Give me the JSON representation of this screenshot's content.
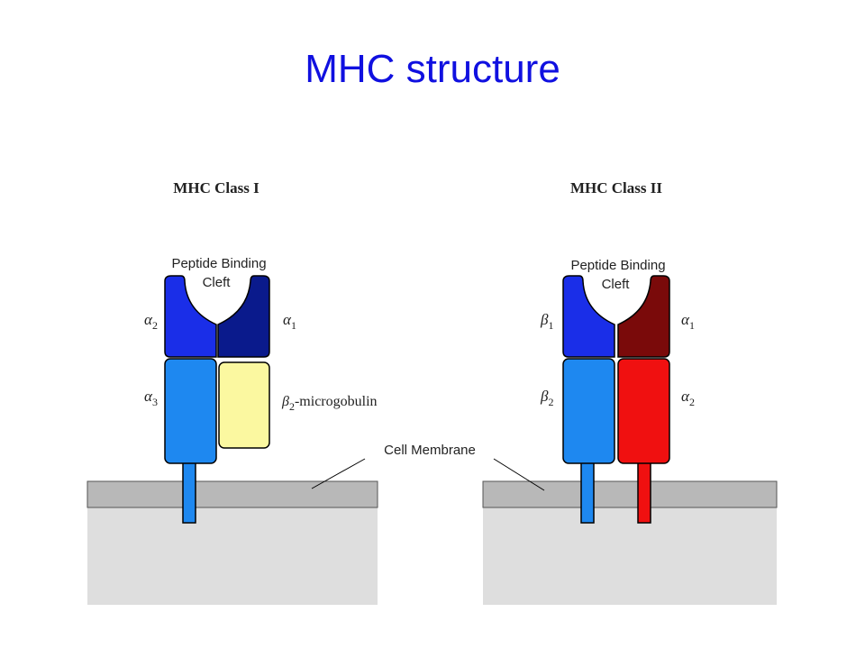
{
  "title": "MHC structure",
  "class1": {
    "heading": "MHC Class I",
    "cleft_line1": "Peptide Binding",
    "cleft_line2": "Cleft",
    "alpha": "α",
    "beta": "β",
    "sub_a1": "1",
    "sub_a2": "2",
    "sub_a3": "3",
    "sub_b2": "2",
    "b2m_suffix": "-microgobulin"
  },
  "class2": {
    "heading": "MHC Class II",
    "cleft_line1": "Peptide Binding",
    "cleft_line2": "Cleft",
    "alpha": "α",
    "beta": "β",
    "sub_b1": "1",
    "sub_b2": "2",
    "sub_a1": "1",
    "sub_a2": "2"
  },
  "membrane_label": "Cell Membrane",
  "colors": {
    "title": "#1010e0",
    "alpha_dark_blue": "#0a1a8c",
    "alpha_blue": "#1a2ee8",
    "domain_light_blue": "#1e88f0",
    "b2m_yellow": "#fbf8a0",
    "class2_dark_red": "#7a0a0a",
    "class2_red": "#f01010",
    "membrane": "#b8b8b8",
    "cytoplasm": "#dedede"
  }
}
